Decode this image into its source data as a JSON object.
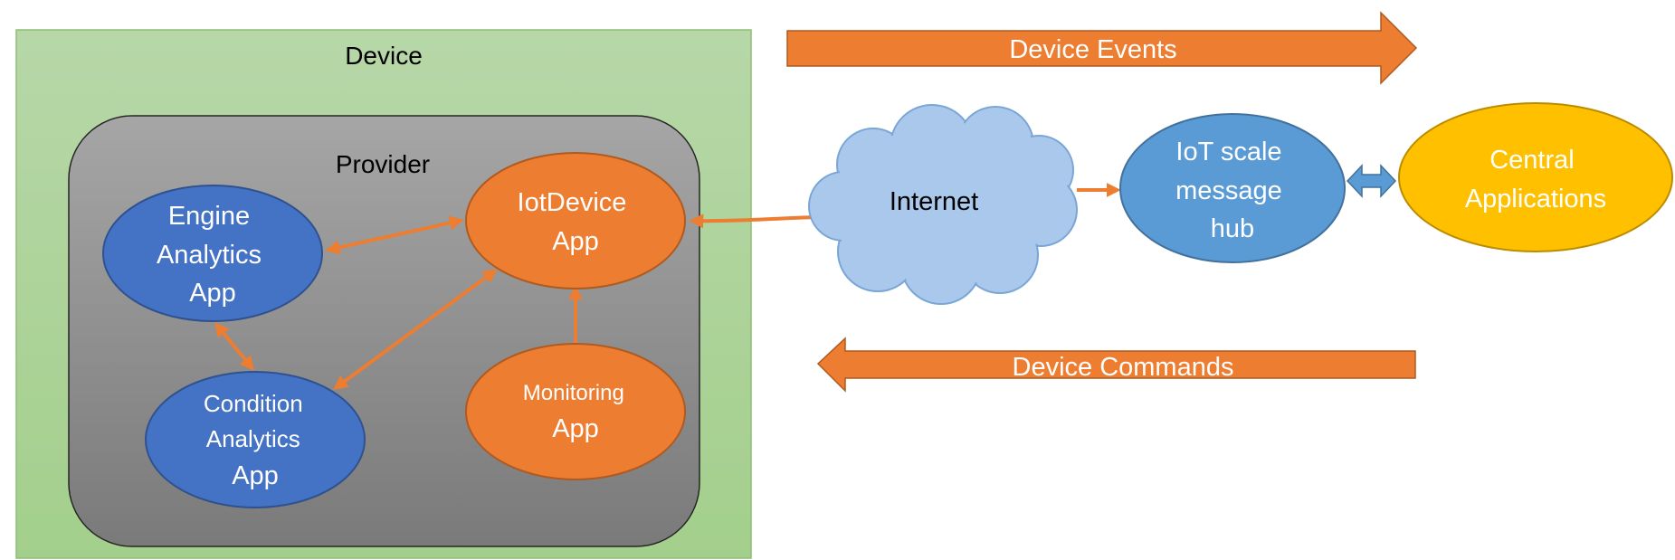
{
  "device": {
    "label": "Device"
  },
  "provider": {
    "label": "Provider"
  },
  "apps": {
    "engine_analytics": {
      "lines": [
        "Engine",
        "Analytics",
        "App"
      ]
    },
    "iotdevice": {
      "lines": [
        "IotDevice",
        "App"
      ]
    },
    "condition_analytics": {
      "lines": [
        "Condition",
        "Analytics",
        "App"
      ]
    },
    "monitoring": {
      "lines": [
        "Monitoring",
        "App"
      ]
    }
  },
  "internet": {
    "label": "Internet"
  },
  "hub": {
    "lines": [
      "IoT scale",
      "message",
      "hub"
    ]
  },
  "central": {
    "lines": [
      "Central",
      "Applications"
    ]
  },
  "flows": {
    "events": "Device Events",
    "commands": "Device Commands"
  },
  "colors": {
    "device_fill": "#b4d6a4",
    "provider_fill": "#8a8a8a",
    "app_blue": "#4472c4",
    "app_orange": "#ed7d31",
    "cloud": "#a9c8ec",
    "hub": "#5b9bd5",
    "central": "#ffc000",
    "arrow": "#ed7d31"
  }
}
